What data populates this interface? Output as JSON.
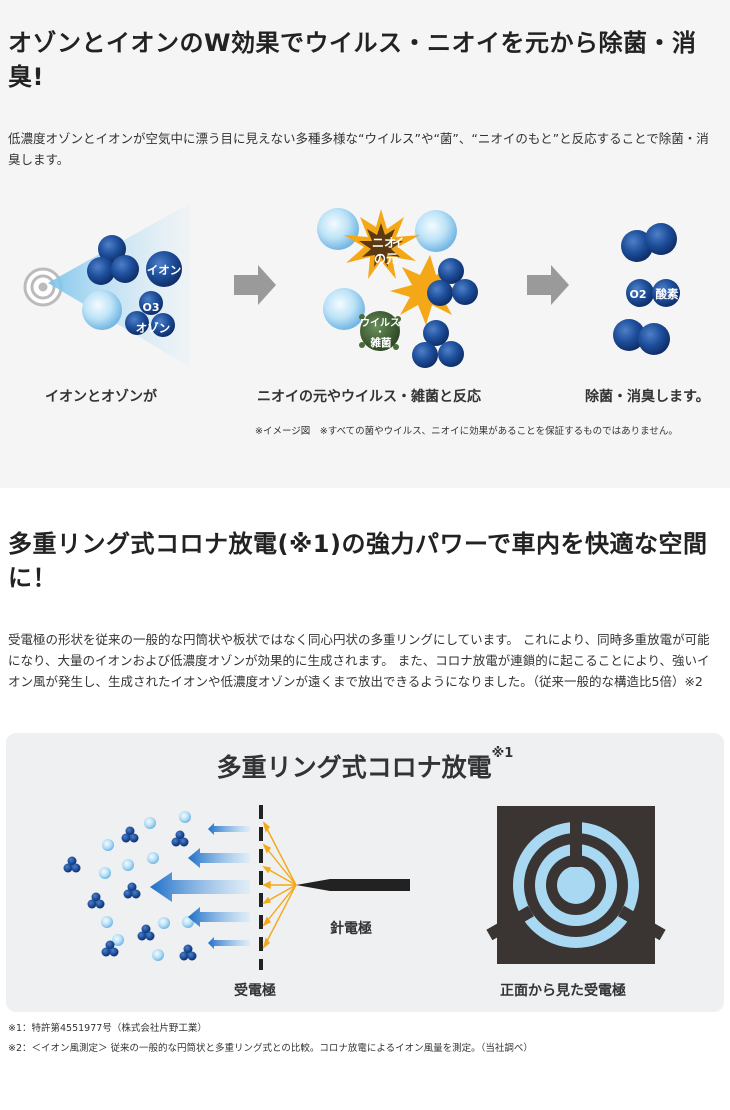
{
  "section1": {
    "heading": "オゾンとイオンのW効果でウイルス・ニオイを元から除菌・消臭!",
    "body": "低濃度オゾンとイオンが空気中に漂う目に見えない多種多様な“ウイルス”や“菌”、“ニオイのもと”と反応することで除菌・消臭します。",
    "diagram": {
      "ion_label": "イオン",
      "ozone_formula": "O3",
      "ozone_label": "オゾン",
      "odor_label_1": "ニオ",
      "odor_label_2": "イ",
      "odor_label_3": "の元",
      "virus_label_1": "ウイルス",
      "virus_label_2": "・",
      "virus_label_3": "雑菌",
      "oxygen_formula": "O2",
      "oxygen_label": "酸素",
      "caption_1": "イオンとオゾンが",
      "caption_2": "ニオイの元やウイルス・雑菌と反応",
      "caption_3": "除菌・消臭します。"
    },
    "note": "※イメージ図　※すべての菌やウイルス、ニオイに効果があることを保証するものではありません。"
  },
  "section2": {
    "heading": "多重リング式コロナ放電(※1)の強力パワーで車内を快適な空間に！",
    "body": "受電極の形状を従来の一般的な円筒状や板状ではなく同心円状の多重リングにしています。 これにより、同時多重放電が可能になり、大量のイオンおよび低濃度オゾンが効果的に生成されます。 また、コロナ放電が連鎖的に起こることにより、強いイオン風が発生し、生成されたイオンや低濃度オゾンが遠くまで放出できるようになりました。（従来一般的な構造比5倍）※2",
    "panel": {
      "title": "多重リング式コロナ放電",
      "title_sup": "※1",
      "needle_label": "針電極",
      "receiver_label": "受電極",
      "front_label": "正面から見た受電極"
    }
  },
  "footnotes": [
    "※1：特許第4551977号（株式会社片野工業）",
    "※2：＜イオン風測定＞ 従来の一般的な円筒状と多重リング式との比較。コロナ放電によるイオン風量を測定。（当社調べ）"
  ],
  "colors": {
    "ion_blue": "#1e4f9c",
    "light_blue": "#9fd0f0",
    "arrow_gray": "#9a9a9a",
    "ring_blue": "#a9d8f2",
    "panel_dark": "#3a3533",
    "spark_yellow": "#f4a817"
  }
}
